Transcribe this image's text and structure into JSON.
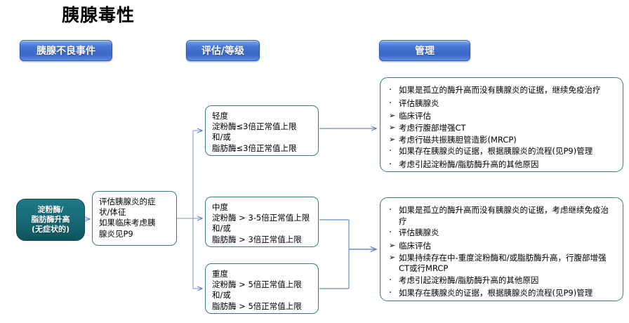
{
  "page": {
    "title": "胰腺毒性"
  },
  "headers": [
    {
      "id": "adverse",
      "label": "胰腺不良事件"
    },
    {
      "id": "assess",
      "label": "评估/等级"
    },
    {
      "id": "manage",
      "label": "管理"
    }
  ],
  "start_node": {
    "lines": [
      "淀粉酶/",
      "脂肪酶升高",
      "(无症状的)"
    ]
  },
  "eval_box": {
    "lines": [
      "评估胰腺炎的症",
      "状/体征",
      "如果临床考虑胰",
      "腺炎见P9"
    ]
  },
  "grades": [
    {
      "id": "mild",
      "lines": [
        "轻度",
        "淀粉酶≤3倍正常值上限",
        "和/或",
        "脂肪酶≤3倍正常值上限"
      ]
    },
    {
      "id": "moderate",
      "lines": [
        "中度",
        "淀粉酶 > 3-5倍正常值上限",
        "和/或",
        "脂肪酶 > 3倍正常值上限"
      ]
    },
    {
      "id": "severe",
      "lines": [
        "重度",
        "淀粉酶 > 5倍正常值上限",
        "和/或",
        "脂肪酶 > 5倍正常值上限"
      ]
    }
  ],
  "management": [
    {
      "id": "mgmt-top",
      "items": [
        {
          "mark": "·",
          "type": "dot",
          "text": "如果是孤立的酶升高而没有胰腺炎的证据，继续免疫治疗"
        },
        {
          "mark": "·",
          "type": "dot",
          "text": "评估胰腺炎"
        },
        {
          "mark": "➢",
          "type": "arrow",
          "text": "临床评估"
        },
        {
          "mark": "➢",
          "type": "arrow",
          "text": "考虑行腹部增强CT"
        },
        {
          "mark": "➢",
          "type": "arrow",
          "text": "考虑行磁共振胰胆管造影(MRCP)"
        },
        {
          "mark": "·",
          "type": "dot",
          "text": "如果存在胰腺炎的证据，根据胰腺炎的流程(见P9)管理"
        },
        {
          "mark": "·",
          "type": "dot",
          "text": "考虑引起淀粉酶/脂肪酶升高的其他原因"
        }
      ]
    },
    {
      "id": "mgmt-bottom",
      "items": [
        {
          "mark": "·",
          "type": "dot",
          "text": "如果是孤立的酶升高而没有胰腺炎的证据，考虑继续免疫治疗"
        },
        {
          "mark": "·",
          "type": "dot",
          "text": "评估胰腺炎"
        },
        {
          "mark": "➢",
          "type": "arrow",
          "text": "临床评估"
        },
        {
          "mark": "➢",
          "type": "arrow",
          "text": "如果持续存在中-重度淀粉酶和/或脂肪酶升高，行腹部增强CT或行MRCP"
        },
        {
          "mark": "·",
          "type": "dot",
          "text": "考虑引起淀粉酶/脂肪酶升高的其他原因"
        },
        {
          "mark": "·",
          "type": "dot",
          "text": "如果存在胰腺炎的证据，根据胰腺炎的流程(见P9)管理"
        }
      ]
    }
  ],
  "colors": {
    "header_button_blue": "#4a77d4",
    "start_node_teal": "#17707c",
    "box_border_teal": "#3c7a80",
    "connector_blue": "#5b7fc4",
    "background": "#ffffff",
    "text": "#000000"
  }
}
